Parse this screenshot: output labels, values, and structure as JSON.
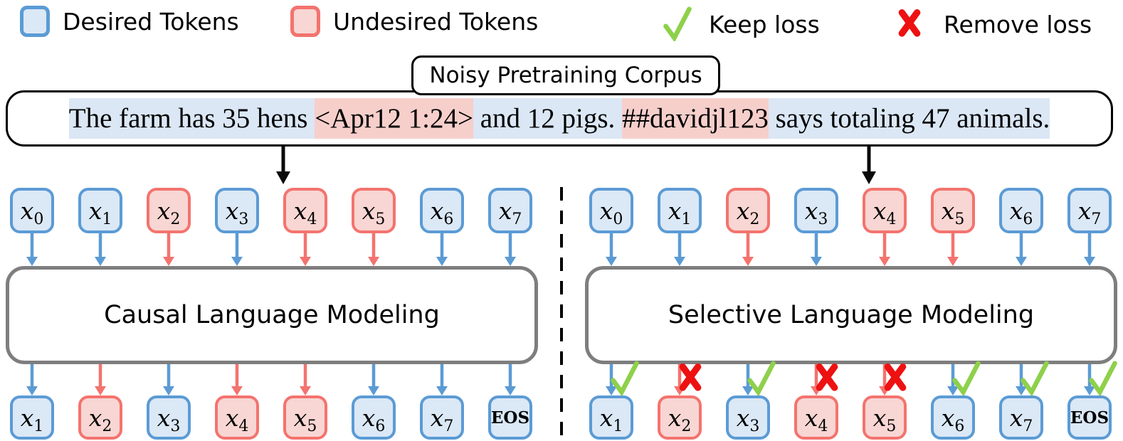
{
  "legend": {
    "items": [
      {
        "label": "Desired Tokens"
      },
      {
        "label": "Undesired Tokens"
      },
      {
        "label": "Keep loss"
      },
      {
        "label": "Remove loss"
      }
    ]
  },
  "corpus_label": "Noisy Pretraining Corpus",
  "sentence_segments": [
    {
      "text": "The farm has 35 hens ",
      "type": "desired"
    },
    {
      "text": "<Apr12 1:24>",
      "type": "undesired"
    },
    {
      "text": " and 12 pigs. ",
      "type": "desired"
    },
    {
      "text": "##davidjl123",
      "type": "undesired"
    },
    {
      "text": " says totaling 47 animals.",
      "type": "desired"
    }
  ],
  "colors": {
    "desired_border": "#5b9bd5",
    "desired_fill": "#dbe8f6",
    "desired_hl": "#dbe7f5",
    "undesired_border": "#f4736e",
    "undesired_fill": "#f8d6d3",
    "undesired_hl": "#f6cfcb",
    "keep_green": "#8ed04b",
    "remove_red": "#ee1111",
    "box_gray": "#7e7e7e"
  },
  "left_diagram": {
    "title": "Causal Language Modeling",
    "inputs": [
      {
        "base": "x",
        "sub": "0",
        "type": "desired"
      },
      {
        "base": "x",
        "sub": "1",
        "type": "desired"
      },
      {
        "base": "x",
        "sub": "2",
        "type": "undesired"
      },
      {
        "base": "x",
        "sub": "3",
        "type": "desired"
      },
      {
        "base": "x",
        "sub": "4",
        "type": "undesired"
      },
      {
        "base": "x",
        "sub": "5",
        "type": "undesired"
      },
      {
        "base": "x",
        "sub": "6",
        "type": "desired"
      },
      {
        "base": "x",
        "sub": "7",
        "type": "desired"
      }
    ],
    "outputs": [
      {
        "base": "x",
        "sub": "1",
        "type": "desired"
      },
      {
        "base": "x",
        "sub": "2",
        "type": "undesired"
      },
      {
        "base": "x",
        "sub": "3",
        "type": "desired"
      },
      {
        "base": "x",
        "sub": "4",
        "type": "undesired"
      },
      {
        "base": "x",
        "sub": "5",
        "type": "undesired"
      },
      {
        "base": "x",
        "sub": "6",
        "type": "desired"
      },
      {
        "base": "x",
        "sub": "7",
        "type": "desired"
      },
      {
        "base": "EOS",
        "type": "desired"
      }
    ]
  },
  "right_diagram": {
    "title": "Selective Language Modeling",
    "inputs": [
      {
        "base": "x",
        "sub": "0",
        "type": "desired"
      },
      {
        "base": "x",
        "sub": "1",
        "type": "desired"
      },
      {
        "base": "x",
        "sub": "2",
        "type": "undesired"
      },
      {
        "base": "x",
        "sub": "3",
        "type": "desired"
      },
      {
        "base": "x",
        "sub": "4",
        "type": "undesired"
      },
      {
        "base": "x",
        "sub": "5",
        "type": "undesired"
      },
      {
        "base": "x",
        "sub": "6",
        "type": "desired"
      },
      {
        "base": "x",
        "sub": "7",
        "type": "desired"
      }
    ],
    "outputs": [
      {
        "base": "x",
        "sub": "1",
        "type": "desired",
        "mark": "keep"
      },
      {
        "base": "x",
        "sub": "2",
        "type": "undesired",
        "mark": "remove"
      },
      {
        "base": "x",
        "sub": "3",
        "type": "desired",
        "mark": "keep"
      },
      {
        "base": "x",
        "sub": "4",
        "type": "undesired",
        "mark": "remove"
      },
      {
        "base": "x",
        "sub": "5",
        "type": "undesired",
        "mark": "remove"
      },
      {
        "base": "x",
        "sub": "6",
        "type": "desired",
        "mark": "keep"
      },
      {
        "base": "x",
        "sub": "7",
        "type": "desired",
        "mark": "keep"
      },
      {
        "base": "EOS",
        "type": "desired",
        "mark": "keep"
      }
    ]
  }
}
